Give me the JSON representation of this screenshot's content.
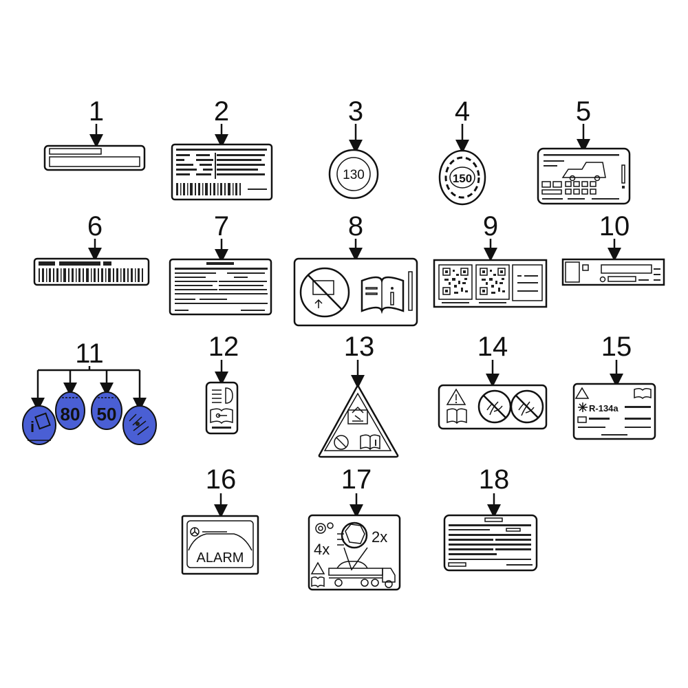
{
  "callouts": [
    "1",
    "2",
    "3",
    "4",
    "5",
    "6",
    "7",
    "8",
    "9",
    "10",
    "11",
    "12",
    "13",
    "14",
    "15",
    "16",
    "17",
    "18"
  ],
  "labels": {
    "speed_130": "130",
    "speed_150": "150",
    "speed_80": "80",
    "speed_50": "50",
    "refrigerant": "R-134a",
    "alarm": "ALARM",
    "count_4x": "4x",
    "count_2x": "2x"
  },
  "colors": {
    "highlight": "#4a5fd4",
    "line": "#111111"
  }
}
